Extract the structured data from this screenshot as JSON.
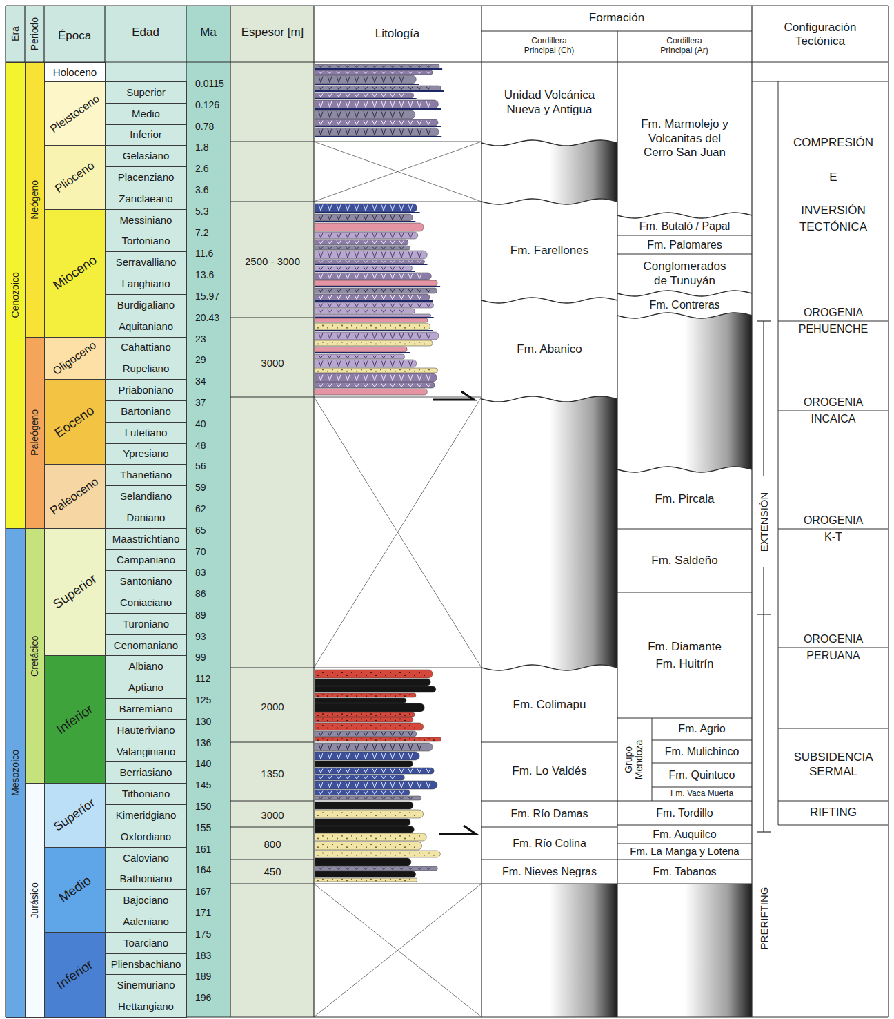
{
  "diagram": {
    "nodes": [
      {
        "text": [
          "Cenozoico"
        ]
      },
      {
        "text": [
          "Mesozoico"
        ]
      },
      {
        "text": [
          "Neógeno"
        ]
      },
      {
        "text": [
          "Paleógeno"
        ]
      },
      {
        "text": [
          "Cretácico"
        ]
      },
      {
        "text": [
          "Jurásico"
        ]
      },
      {
        "text": [
          "Holoceno"
        ]
      },
      {
        "text": [
          "Pleistoceno"
        ]
      },
      {
        "text": [
          "Plioceno"
        ]
      },
      {
        "text": [
          "Mioceno"
        ]
      },
      {
        "text": [
          "Oligoceno"
        ]
      },
      {
        "text": [
          "Eoceno"
        ]
      },
      {
        "text": [
          "Paleoceno"
        ]
      },
      {
        "text": [
          "Superior"
        ]
      },
      {
        "text": [
          "Inferior"
        ]
      },
      {
        "text": [
          "Superior"
        ]
      },
      {
        "text": [
          "Medio"
        ]
      },
      {
        "text": [
          "Inferior"
        ]
      },
      {
        "text": [
          "Superior"
        ]
      },
      {
        "text": [
          "Medio"
        ]
      },
      {
        "text": [
          "Inferior"
        ]
      },
      {
        "text": [
          "Gelasiano"
        ]
      },
      {
        "text": [
          "Placenziano"
        ]
      },
      {
        "text": [
          "Zanclaeano"
        ]
      },
      {
        "text": [
          "Messiniano"
        ]
      },
      {
        "text": [
          "Tortoniano"
        ]
      },
      {
        "text": [
          "Serravalliano"
        ]
      },
      {
        "text": [
          "Langhiano"
        ]
      },
      {
        "text": [
          "Burdigaliano"
        ]
      },
      {
        "text": [
          "Aquitaniano"
        ]
      },
      {
        "text": [
          "Cahattiano"
        ]
      },
      {
        "text": [
          "Rupeliano"
        ]
      },
      {
        "text": [
          "Priaboniano"
        ]
      },
      {
        "text": [
          "Bartoniano"
        ]
      },
      {
        "text": [
          "Lutetiano"
        ]
      },
      {
        "text": [
          "Ypresiano"
        ]
      },
      {
        "text": [
          "Thanetiano"
        ]
      },
      {
        "text": [
          "Selandiano"
        ]
      },
      {
        "text": [
          "Daniano"
        ]
      },
      {
        "text": [
          "Maastrichtiano"
        ]
      },
      {
        "text": [
          "Campaniano"
        ]
      },
      {
        "text": [
          "Santoniano"
        ]
      },
      {
        "text": [
          "Coniaciano"
        ]
      },
      {
        "text": [
          "Turoniano"
        ]
      },
      {
        "text": [
          "Cenomaniano"
        ]
      },
      {
        "text": [
          "Albiano"
        ]
      },
      {
        "text": [
          "Aptiano"
        ]
      },
      {
        "text": [
          "Barremiano"
        ]
      },
      {
        "text": [
          "Hauteriviano"
        ]
      },
      {
        "text": [
          "Valanginiano"
        ]
      },
      {
        "text": [
          "Berriasiano"
        ]
      },
      {
        "text": [
          "Tithoniano"
        ]
      },
      {
        "text": [
          "Kimeridgiano"
        ]
      },
      {
        "text": [
          "Oxfordiano"
        ]
      },
      {
        "text": [
          "Caloviano"
        ]
      },
      {
        "text": [
          "Bathoniano"
        ]
      },
      {
        "text": [
          "Bajociano"
        ]
      },
      {
        "text": [
          "Aaleniano"
        ]
      },
      {
        "text": [
          "Toarciano"
        ]
      },
      {
        "text": [
          "Pliensbachiano"
        ]
      },
      {
        "text": [
          "Sinemuriano"
        ]
      },
      {
        "text": [
          "Hettangiano"
        ]
      },
      {
        "text": [
          "Unidad Volcánica Nueva y Antigua"
        ]
      },
      {
        "text": [
          "Fm. Farellones"
        ]
      },
      {
        "text": [
          "Fm. Abanico"
        ]
      },
      {
        "text": [
          "Fm. Colimapu"
        ]
      },
      {
        "text": [
          "Fm. Lo Valdés"
        ]
      },
      {
        "text": [
          "Fm. Río Damas"
        ]
      },
      {
        "text": [
          "Fm. Río Colina"
        ]
      },
      {
        "text": [
          "Fm. Nieves Negras"
        ]
      },
      {
        "text": [
          "Fm. Marmolejo y Volcanitas del Cerro San Juan"
        ]
      },
      {
        "text": [
          "Fm. Butaló / Papal"
        ]
      },
      {
        "text": [
          "Fm. Palomares"
        ]
      },
      {
        "text": [
          "Conglomerados de Tunuyán"
        ]
      },
      {
        "text": [
          "Fm. Contreras"
        ]
      },
      {
        "text": [
          "Fm. Pircala"
        ]
      },
      {
        "text": [
          "Fm. Saldeño"
        ]
      },
      {
        "text": [
          "Fm. Diamante",
          "Fm. Huitrín"
        ]
      },
      {
        "text": [
          "Grupo Mendoza"
        ]
      },
      {
        "text": [
          "Fm. Agrio"
        ],
        "in": 78
      },
      {
        "text": [
          "Fm. Mulichinco"
        ],
        "in": 78
      },
      {
        "text": [
          "Fm. Quintuco"
        ],
        "in": 78
      },
      {
        "text": [
          "Fm. Vaca Muerta"
        ],
        "in": 78
      },
      {
        "text": [
          "Fm. Tordillo"
        ]
      },
      {
        "text": [
          "Fm. Auquilco"
        ]
      },
      {
        "text": [
          "Fm. La Manga y Lotena"
        ]
      },
      {
        "text": [
          "Fm. Tabanos"
        ]
      },
      {
        "text": [
          "COMPRESIÓN",
          "E",
          "INVERSIÓN TECTÓNICA"
        ]
      },
      {
        "text": [
          "SUBSIDENCIA SERMAL"
        ]
      },
      {
        "text": [
          "RIFTING"
        ]
      }
    ],
    "labels": [
      "Era",
      "Periodo",
      "Época",
      "Edad",
      "Ma",
      "Espesor [m]",
      "Litología",
      "Formación",
      "Cordillera Principal (Ch)",
      "Cordillera Principal (Ar)",
      "Configuración Tectónica",
      "0.0115",
      "0.126",
      "0.78",
      "1.8",
      "2.6",
      "3.6",
      "5.3",
      "7.2",
      "11.6",
      "13.6",
      "15.97",
      "20.43",
      "23",
      "29",
      "34",
      "37",
      "40",
      "48",
      "56",
      "59",
      "62",
      "65",
      "70",
      "83",
      "86",
      "89",
      "93",
      "99",
      "112",
      "125",
      "130",
      "136",
      "140",
      "145",
      "150",
      "155",
      "161",
      "164",
      "167",
      "171",
      "175",
      "183",
      "189",
      "196",
      "2500 - 3000",
      "3000",
      "2000",
      "1350",
      "3000",
      "800",
      "450",
      "OROGENIA PEHUENCHE",
      "OROGENIA INCAICA",
      "OROGENIA K-T",
      "OROGENIA PERUANA",
      "EXTENSIÓN",
      "PRERIFTING"
    ]
  }
}
